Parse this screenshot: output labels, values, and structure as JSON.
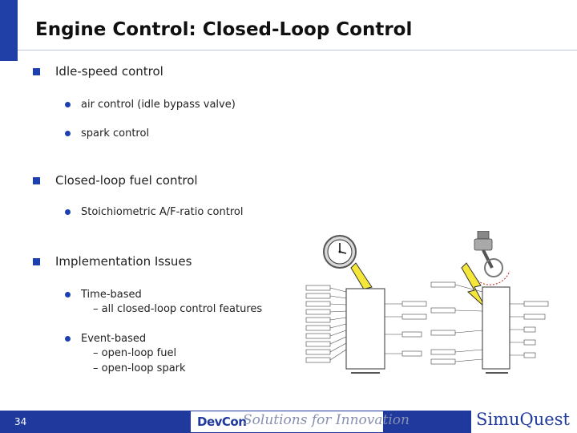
{
  "slide": {
    "title": "Engine Control: Closed-Loop Control",
    "page_number": "34"
  },
  "content": {
    "sections": [
      {
        "heading": "Idle-speed control",
        "items": [
          "air control (idle bypass valve)",
          "spark control"
        ]
      },
      {
        "heading": "Closed-loop fuel control",
        "items": [
          "Stoichiometric A/F-ratio control"
        ]
      },
      {
        "heading": "Implementation Issues",
        "items": [
          {
            "label": "Time-based",
            "sub": [
              "– all closed-loop control features"
            ]
          },
          {
            "label": "Event-based",
            "sub": [
              "– open-loop fuel",
              "– open-loop spark"
            ]
          }
        ]
      }
    ]
  },
  "footer": {
    "logo_text": "DevCon",
    "tagline": "Solutions for Innovation",
    "company": "SimuQuest"
  },
  "colors": {
    "accent_blue": "#1f3a9c",
    "bullet_blue": "#1d3fb0",
    "lightning_yellow": "#f5e63a"
  },
  "icons": [
    "clock-icon",
    "lightning-bolt-icon",
    "engine-piston-icon"
  ]
}
